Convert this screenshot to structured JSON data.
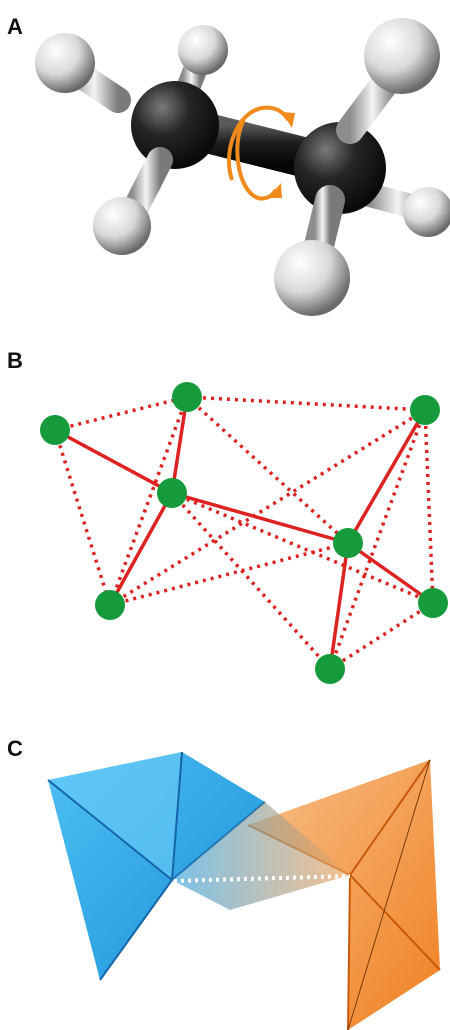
{
  "labels": {
    "a": "A",
    "b": "B",
    "c": "C"
  },
  "colors": {
    "carbon": "#1c1c1c",
    "hydrogen": "#e8e8e8",
    "rotation_arrow": "#f08a1c",
    "node": "#159a3c",
    "edge": "#dd2222",
    "tetra_left": "#2aa6e6",
    "tetra_right": "#f39a3a",
    "link": "#ffffff"
  },
  "panel_b": {
    "nodes": [
      "n1",
      "n2",
      "n3",
      "n4",
      "n5",
      "n6",
      "n7",
      "n8"
    ],
    "solid_edges": [
      [
        0,
        2
      ],
      [
        1,
        2
      ],
      [
        2,
        3
      ],
      [
        2,
        4
      ],
      [
        4,
        5
      ],
      [
        4,
        6
      ],
      [
        4,
        7
      ]
    ],
    "dashed_edges": [
      [
        0,
        1
      ],
      [
        0,
        3
      ],
      [
        1,
        3
      ],
      [
        1,
        4
      ],
      [
        0,
        2
      ],
      [
        3,
        4
      ],
      [
        3,
        5
      ],
      [
        2,
        7
      ],
      [
        5,
        6
      ],
      [
        6,
        7
      ],
      [
        5,
        7
      ],
      [
        1,
        5
      ],
      [
        2,
        6
      ]
    ]
  }
}
